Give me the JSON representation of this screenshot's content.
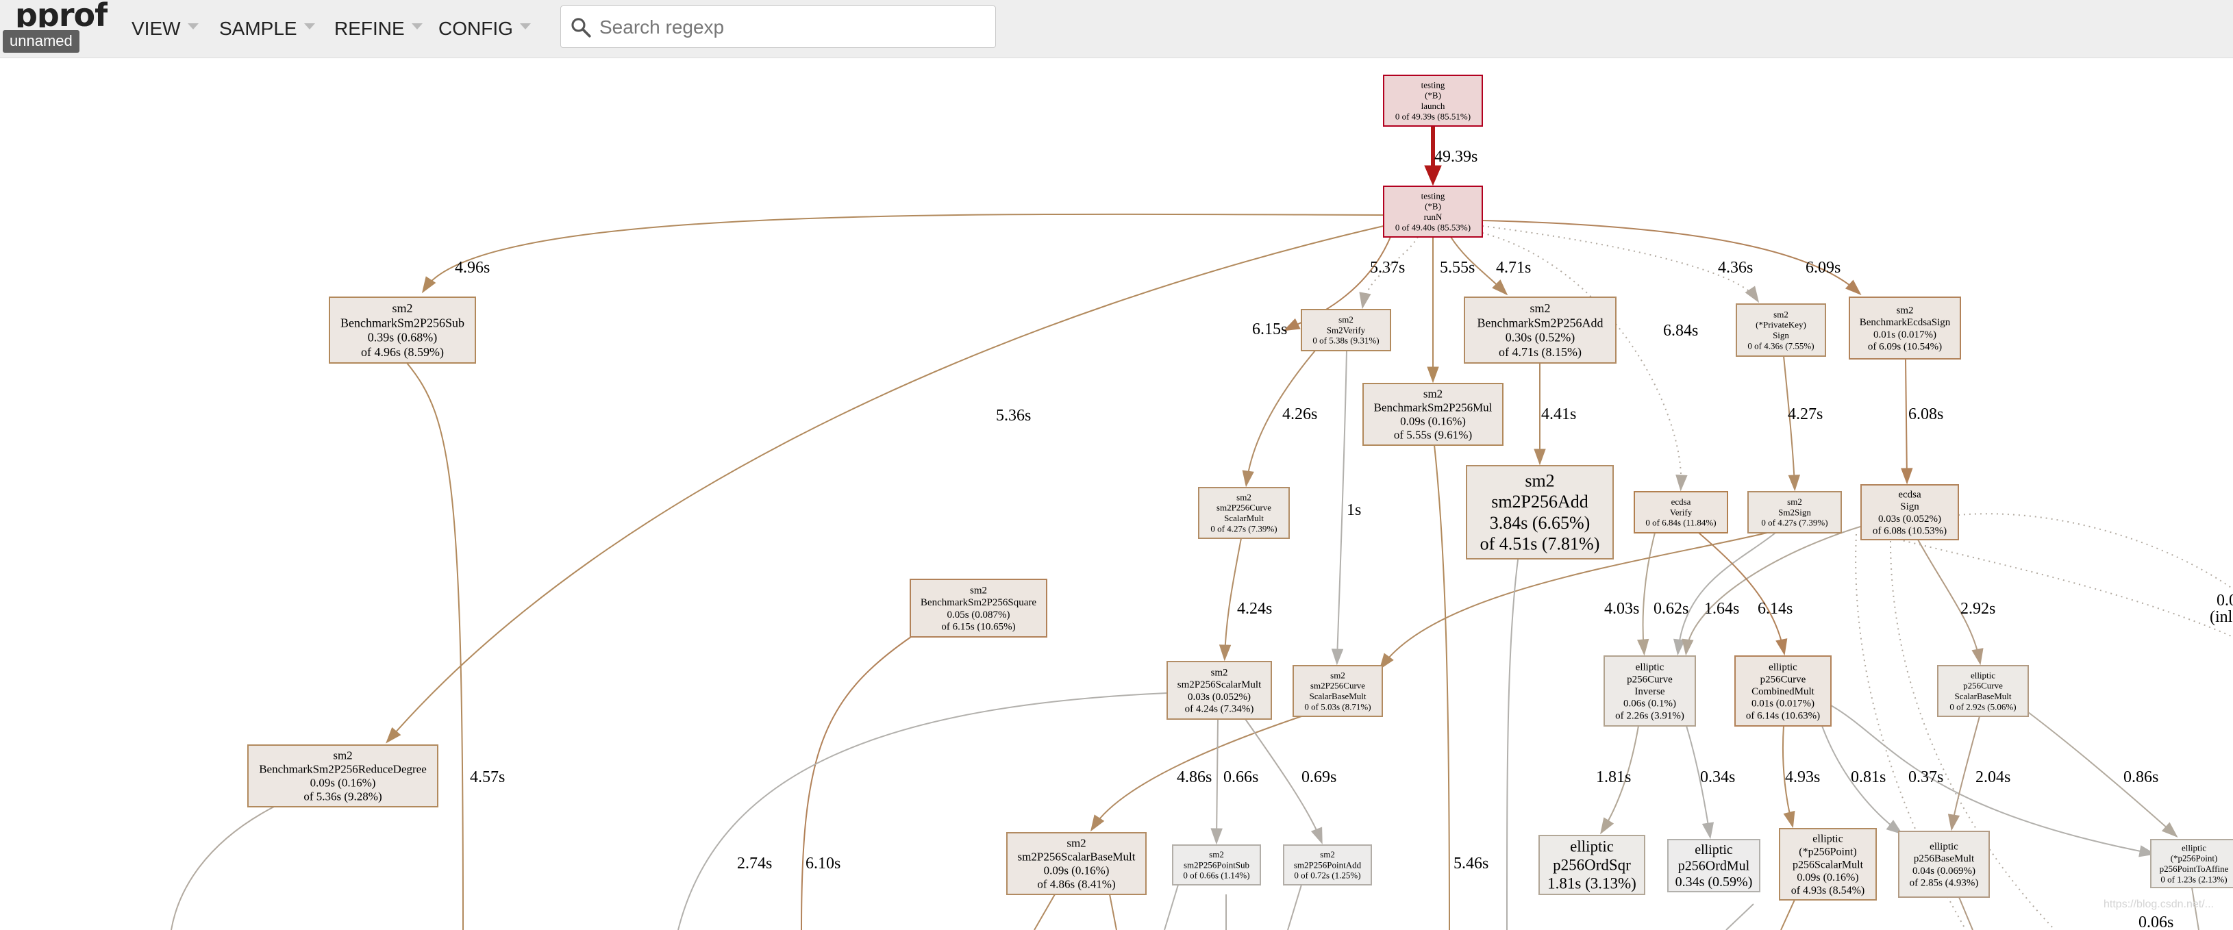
{
  "header": {
    "logo": "pprof",
    "profile_name": "unnamed",
    "menu": [
      {
        "label": "VIEW"
      },
      {
        "label": "SAMPLE"
      },
      {
        "label": "REFINE"
      },
      {
        "label": "CONFIG"
      }
    ],
    "search_placeholder": "Search regexp"
  },
  "graph": {
    "nodes": [
      {
        "id": "launch",
        "lines": [
          "testing",
          "(*B)",
          "launch",
          "0 of 49.39s (85.51%)"
        ],
        "fill": "#edd5d5",
        "stroke": "#b2001f"
      },
      {
        "id": "runN",
        "lines": [
          "testing",
          "(*B)",
          "runN",
          "0 of 49.40s (85.53%)"
        ],
        "fill": "#edd5d5",
        "stroke": "#b2001f"
      },
      {
        "id": "sub",
        "lines": [
          "sm2",
          "BenchmarkSm2P256Sub",
          "0.39s (0.68%)",
          "of 4.96s (8.59%)"
        ],
        "fill": "#ede7e2",
        "stroke": "#b2895b"
      },
      {
        "id": "sm2verify",
        "lines": [
          "sm2",
          "Sm2Verify",
          "0 of 5.38s (9.31%)"
        ],
        "fill": "#ede7e2",
        "stroke": "#b28a5d"
      },
      {
        "id": "benchadd",
        "lines": [
          "sm2",
          "BenchmarkSm2P256Add",
          "0.30s (0.52%)",
          "of 4.71s (8.15%)"
        ],
        "fill": "#ede7e2",
        "stroke": "#b28b62"
      },
      {
        "id": "privsign",
        "lines": [
          "sm2",
          "(*PrivateKey)",
          "Sign",
          "0 of 4.36s (7.55%)"
        ],
        "fill": "#ede8e3",
        "stroke": "#b28d66"
      },
      {
        "id": "ecdsasign_bench",
        "lines": [
          "sm2",
          "BenchmarkEcdsaSign",
          "0.01s (0.017%)",
          "of 6.09s (10.54%)"
        ],
        "fill": "#ede6e0",
        "stroke": "#b2835a"
      },
      {
        "id": "benchmul",
        "lines": [
          "sm2",
          "BenchmarkSm2P256Mul",
          "0.09s (0.16%)",
          "of 5.55s (9.61%)"
        ],
        "fill": "#ede7e2",
        "stroke": "#b28a5c"
      },
      {
        "id": "p256add",
        "lines": [
          "sm2",
          "sm2P256Add",
          "3.84s (6.65%)",
          "of 4.51s (7.81%)"
        ],
        "fill": "#ede8e3",
        "stroke": "#b28c64"
      },
      {
        "id": "curvescalar",
        "lines": [
          "sm2",
          "sm2P256Curve",
          "ScalarMult",
          "0 of 4.27s (7.39%)"
        ],
        "fill": "#ede8e3",
        "stroke": "#b28d66"
      },
      {
        "id": "ecdsaverify",
        "lines": [
          "ecdsa",
          "Verify",
          "0 of 6.84s (11.84%)"
        ],
        "fill": "#ede6e0",
        "stroke": "#b28050"
      },
      {
        "id": "sm2sign",
        "lines": [
          "sm2",
          "Sm2Sign",
          "0 of 4.27s (7.39%)"
        ],
        "fill": "#ede8e3",
        "stroke": "#b28d66"
      },
      {
        "id": "ecdsa_sign",
        "lines": [
          "ecdsa",
          "Sign",
          "0.03s (0.052%)",
          "of 6.08s (10.53%)"
        ],
        "fill": "#ede6e0",
        "stroke": "#b2835a"
      },
      {
        "id": "square",
        "lines": [
          "sm2",
          "BenchmarkSm2P256Square",
          "0.05s (0.087%)",
          "of 6.15s (10.65%)"
        ],
        "fill": "#ede6e0",
        "stroke": "#b28259"
      },
      {
        "id": "scalarmult",
        "lines": [
          "sm2",
          "sm2P256ScalarMult",
          "0.03s (0.052%)",
          "of 4.24s (7.34%)"
        ],
        "fill": "#ede8e3",
        "stroke": "#b28d66"
      },
      {
        "id": "curvebasemult",
        "lines": [
          "sm2",
          "sm2P256Curve",
          "ScalarBaseMult",
          "0 of 5.03s (8.71%)"
        ],
        "fill": "#ede7e2",
        "stroke": "#b28b61"
      },
      {
        "id": "inverse",
        "lines": [
          "elliptic",
          "p256Curve",
          "Inverse",
          "0.06s (0.1%)",
          "of 2.26s (3.91%)"
        ],
        "fill": "#edeae7",
        "stroke": "#b2a38f"
      },
      {
        "id": "combinedmult",
        "lines": [
          "elliptic",
          "p256Curve",
          "CombinedMult",
          "0.01s (0.017%)",
          "of 6.14s (10.63%)"
        ],
        "fill": "#ede6e0",
        "stroke": "#b28259"
      },
      {
        "id": "ell_scalarbase",
        "lines": [
          "elliptic",
          "p256Curve",
          "ScalarBaseMult",
          "0 of 2.92s (5.06%)"
        ],
        "fill": "#edeae6",
        "stroke": "#b29b83"
      },
      {
        "id": "reducedegree",
        "lines": [
          "sm2",
          "BenchmarkSm2P256ReduceDegree",
          "0.09s (0.16%)",
          "of 5.36s (9.28%)"
        ],
        "fill": "#ede7e2",
        "stroke": "#b28a5d"
      },
      {
        "id": "scalarbasemult",
        "lines": [
          "sm2",
          "sm2P256ScalarBaseMult",
          "0.09s (0.16%)",
          "of 4.86s (8.41%)"
        ],
        "fill": "#ede7e2",
        "stroke": "#b28b62"
      },
      {
        "id": "pointsub",
        "lines": [
          "sm2",
          "sm2P256PointSub",
          "0 of 0.66s (1.14%)"
        ],
        "fill": "#edeceb",
        "stroke": "#b2aea8"
      },
      {
        "id": "pointadd",
        "lines": [
          "sm2",
          "sm2P256PointAdd",
          "0 of 0.72s (1.25%)"
        ],
        "fill": "#edeceb",
        "stroke": "#b2ada7"
      },
      {
        "id": "ordsqr",
        "lines": [
          "elliptic",
          "p256OrdSqr",
          "1.81s (3.13%)"
        ],
        "fill": "#edebe8",
        "stroke": "#b2a797"
      },
      {
        "id": "ordmul",
        "lines": [
          "elliptic",
          "p256OrdMul",
          "0.34s (0.59%)"
        ],
        "fill": "#edecec",
        "stroke": "#b2b0ac"
      },
      {
        "id": "pt_scalarmult",
        "lines": [
          "elliptic",
          "(*p256Point)",
          "p256ScalarMult",
          "0.09s (0.16%)",
          "of 4.93s (8.54%)"
        ],
        "fill": "#ede7e2",
        "stroke": "#b28b61"
      },
      {
        "id": "basemult",
        "lines": [
          "elliptic",
          "p256BaseMult",
          "0.04s (0.069%)",
          "of 2.85s (4.93%)"
        ],
        "fill": "#edeae6",
        "stroke": "#b29b84"
      },
      {
        "id": "toaffine",
        "lines": [
          "elliptic",
          "(*p256Point)",
          "p256PointToAffine",
          "0 of 1.23s (2.13%)"
        ],
        "fill": "#edecea",
        "stroke": "#b2aa9e"
      }
    ],
    "edges": [
      {
        "from": "launch",
        "to": "runN",
        "label": "49.39s"
      },
      {
        "from": "runN",
        "to": "sub",
        "label": "4.96s"
      },
      {
        "from": "runN",
        "to": "sm2verify",
        "label": "5.37s"
      },
      {
        "from": "runN",
        "to": "benchmul",
        "label": "5.55s"
      },
      {
        "from": "runN",
        "to": "benchadd",
        "label": "4.71s"
      },
      {
        "from": "runN",
        "to": "privsign",
        "label": "4.36s"
      },
      {
        "from": "runN",
        "to": "ecdsasign_bench",
        "label": "6.09s"
      },
      {
        "from": "runN",
        "to": "ecdsaverify",
        "label": "6.84s"
      },
      {
        "from": "runN",
        "to": "square",
        "label": "6.15s"
      },
      {
        "from": "runN",
        "to": "reducedegree",
        "label": "5.36s"
      },
      {
        "from": "sm2verify",
        "to": "curvescalar",
        "label": "4.26s"
      },
      {
        "from": "sm2verify",
        "to": "curvebasemult",
        "label": "1s"
      },
      {
        "from": "benchadd",
        "to": "p256add",
        "label": "4.41s"
      },
      {
        "from": "privsign",
        "to": "sm2sign",
        "label": "4.27s"
      },
      {
        "from": "ecdsasign_bench",
        "to": "ecdsa_sign",
        "label": "6.08s"
      },
      {
        "from": "curvescalar",
        "to": "scalarmult",
        "label": "4.24s"
      },
      {
        "from": "ecdsaverify",
        "to": "inverse",
        "label": "4.03s"
      },
      {
        "from": "sm2sign",
        "to": "inverse",
        "label": "0.62s"
      },
      {
        "from": "ecdsa_sign",
        "to": "inverse",
        "label": "1.64s"
      },
      {
        "from": "ecdsaverify",
        "to": "combinedmult",
        "label": "6.14s"
      },
      {
        "from": "ecdsa_sign",
        "to": "ell_scalarbase",
        "label": "2.92s"
      },
      {
        "from": "sm2sign",
        "to": "curvebasemult",
        "label": ""
      },
      {
        "from": "curvebasemult",
        "to": "scalarbasemult",
        "label": "4.86s"
      },
      {
        "from": "scalarmult",
        "to": "pointsub",
        "label": "0.66s"
      },
      {
        "from": "scalarmult",
        "to": "pointadd",
        "label": "0.69s"
      },
      {
        "from": "inverse",
        "to": "ordsqr",
        "label": "1.81s"
      },
      {
        "from": "inverse",
        "to": "ordmul",
        "label": "0.34s"
      },
      {
        "from": "combinedmult",
        "to": "pt_scalarmult",
        "label": "4.93s"
      },
      {
        "from": "combinedmult",
        "to": "basemult",
        "label": "0.81s"
      },
      {
        "from": "combinedmult",
        "to": "toaffine",
        "label": "0.37s"
      },
      {
        "from": "ell_scalarbase",
        "to": "basemult",
        "label": "2.04s"
      },
      {
        "from": "ell_scalarbase",
        "to": "toaffine",
        "label": "0.86s"
      },
      {
        "from": "sub",
        "to": "",
        "label": "4.57s"
      },
      {
        "from": "reducedegree",
        "to": "",
        "label": ""
      },
      {
        "from": "square",
        "to": "",
        "label": "6.10s"
      },
      {
        "from": "benchmul",
        "to": "",
        "label": "5.46s"
      },
      {
        "from": "scalarmult",
        "to": "",
        "label": "2.74s"
      }
    ],
    "clipped_labels": [
      "0.0",
      "(inl",
      "0.06s"
    ]
  },
  "watermark": "https://blog.csdn.net/..."
}
